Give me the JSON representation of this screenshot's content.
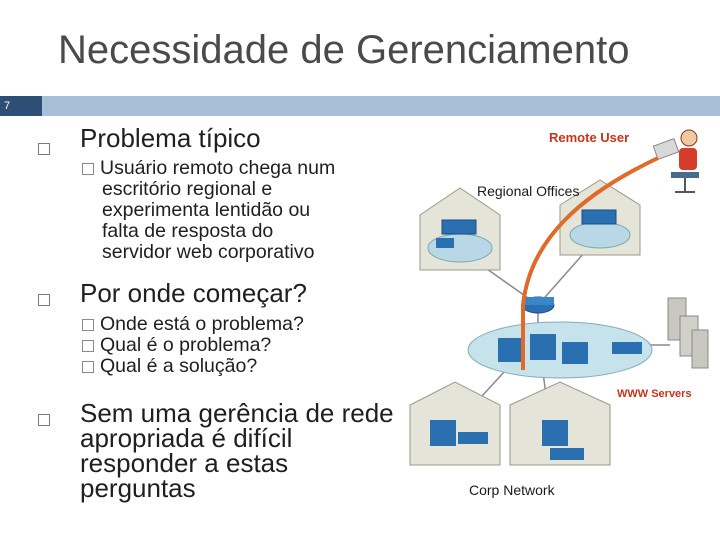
{
  "slide": {
    "title": "Necessidade de Gerenciamento",
    "number": "7"
  },
  "bullets": {
    "b1": "Problema típico",
    "b1_sub1_lines": [
      "Usuário remoto chega num",
      "escritório regional e",
      "experimenta lentidão ou",
      "falta de resposta do",
      "servidor web corporativo"
    ],
    "b2": "Por onde começar?",
    "b2_sub": [
      "Onde está o problema?",
      "Qual é o problema?",
      "Qual é a solução?"
    ],
    "b3_lines": [
      "Sem uma gerência de rede",
      "apropriada é difícil",
      "responder a estas",
      "perguntas"
    ]
  },
  "diagram": {
    "remote_user": "Remote User",
    "regional_offices": "Regional Offices",
    "www_servers": "WWW Servers",
    "corp_network": "Corp Network",
    "colors": {
      "label_red": "#c8331c",
      "path_orange": "#e06a2a",
      "network_blue": "#2a6fb0",
      "band": "#a7bfd8",
      "slide_num_bg": "#2d4f75"
    }
  }
}
